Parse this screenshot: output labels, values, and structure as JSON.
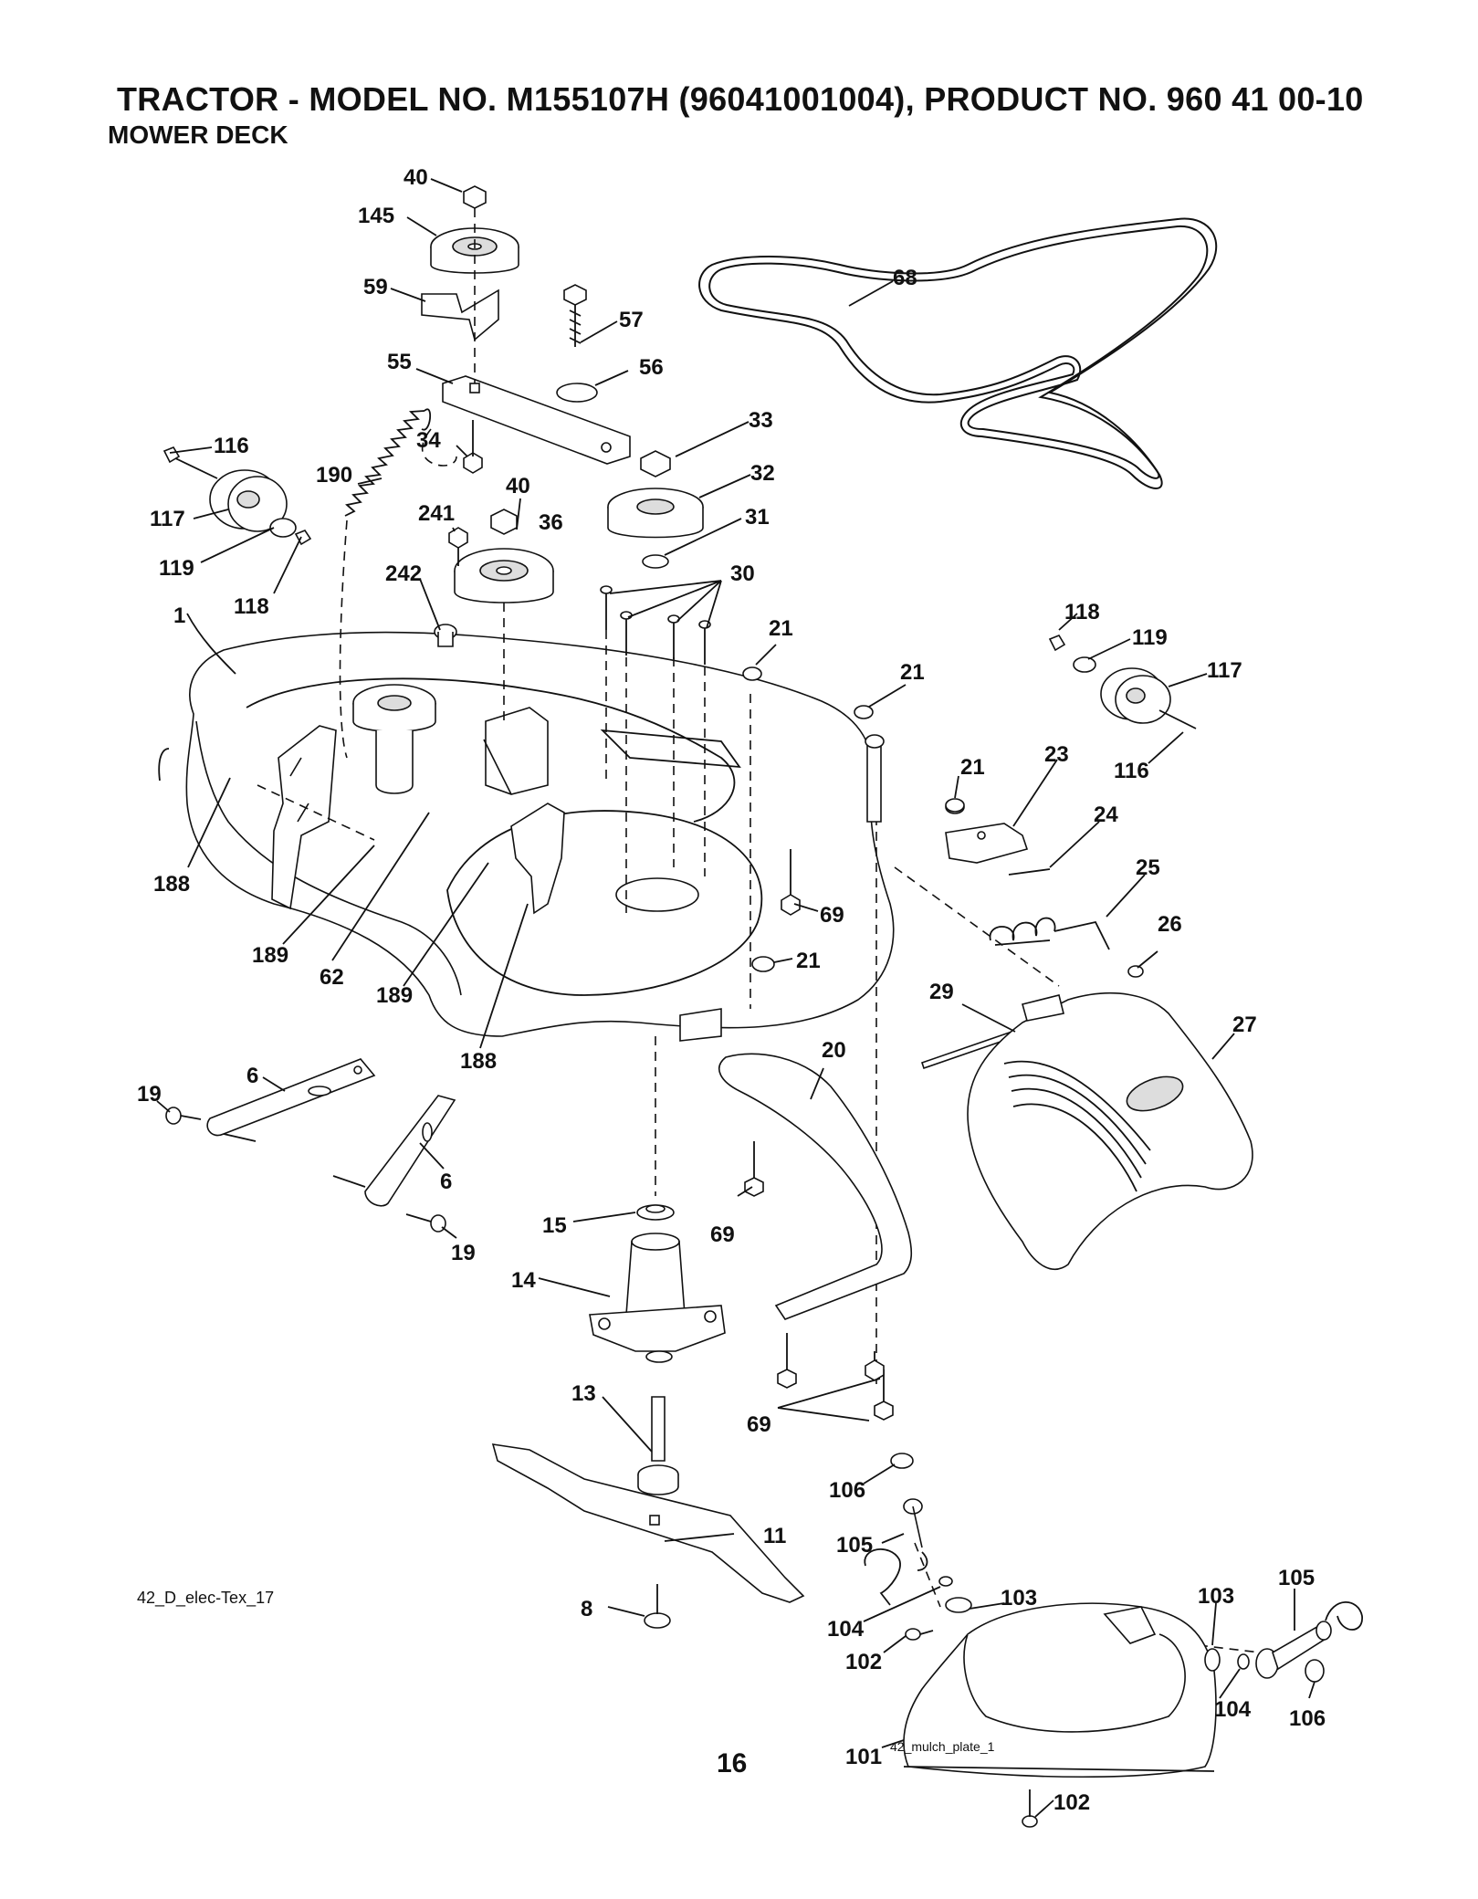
{
  "header": {
    "title": "TRACTOR - MODEL NO. M155107H (96041001004), PRODUCT NO. 960 41 00-10",
    "subtitle": "MOWER DECK"
  },
  "footer": {
    "page_number": "16",
    "diagram_code": "42_D_elec-Tex_17",
    "mulch_code": "42_mulch_plate_1"
  },
  "callouts": {
    "c40a": "40",
    "c145": "145",
    "c59": "59",
    "c57": "57",
    "c68": "68",
    "c55": "55",
    "c56": "56",
    "c33": "33",
    "c34": "34",
    "c116a": "116",
    "c32": "32",
    "c190": "190",
    "c40b": "40",
    "c241": "241",
    "c36": "36",
    "c31": "31",
    "c117a": "117",
    "c119a": "119",
    "c30": "30",
    "c242": "242",
    "c118a": "118",
    "c1": "1",
    "c21a": "21",
    "c118b": "118",
    "c119b": "119",
    "c21b": "21",
    "c117b": "117",
    "c116b": "116",
    "c21c": "21",
    "c23": "23",
    "c24": "24",
    "c25": "25",
    "c188a": "188",
    "c69a": "69",
    "c189a": "189",
    "c62": "62",
    "c189b": "189",
    "c21d": "21",
    "c26": "26",
    "c29": "29",
    "c27": "27",
    "c188b": "188",
    "c20": "20",
    "c19a": "19",
    "c6a": "6",
    "c6b": "6",
    "c19b": "19",
    "c15": "15",
    "c69b": "69",
    "c14": "14",
    "c13": "13",
    "c69c": "69",
    "c106a": "106",
    "c11": "11",
    "c105a": "105",
    "c8": "8",
    "c104a": "104",
    "c103a": "103",
    "c103b": "103",
    "c105b": "105",
    "c102a": "102",
    "c104b": "104",
    "c106b": "106",
    "c101": "101",
    "c102b": "102"
  }
}
